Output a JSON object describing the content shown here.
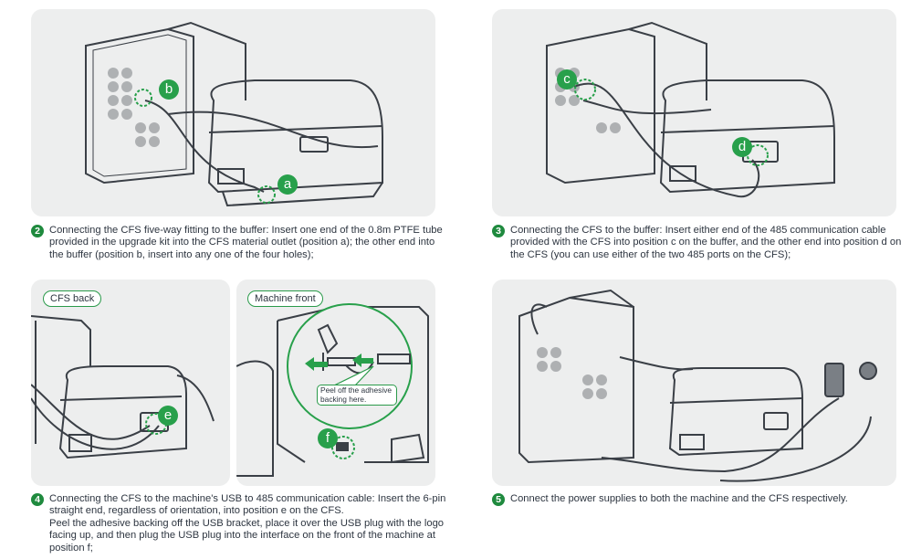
{
  "steps": [
    {
      "number": "2",
      "text": "Connecting the CFS five-way fitting to the buffer: Insert one end of the 0.8m PTFE tube provided in the upgrade kit into the CFS material outlet (position a); the other end into the buffer (position b, insert into any one of the four holes);",
      "markers": [
        "a",
        "b"
      ]
    },
    {
      "number": "3",
      "text": "Connecting the CFS to the buffer: Insert either end of the 485 communication cable provided with the CFS into position c on the buffer, and the other end into position d on the CFS (you can use either of the two 485 ports on the CFS);",
      "markers": [
        "c",
        "d"
      ]
    },
    {
      "number": "4",
      "text_lines": [
        "Connecting the CFS to the machine's USB to 485 communication cable: Insert the 6-pin straight end, regardless of orientation, into position e on the CFS.",
        "Peel the adhesive backing off the USB bracket, place it over the USB plug with the logo facing up, and then plug the USB plug into the interface on the front of the machine at position f;"
      ],
      "markers": [
        "e",
        "f"
      ],
      "views": [
        "CFS back",
        "Machine front"
      ],
      "callout": "Peel off the adhesive backing here."
    },
    {
      "number": "5",
      "text": "Connect the power supplies to both the machine and the CFS respectively."
    }
  ],
  "colors": {
    "accent_green": "#28a04b",
    "panel_bg": "#edeeee",
    "line_art": "#3a3f46"
  }
}
